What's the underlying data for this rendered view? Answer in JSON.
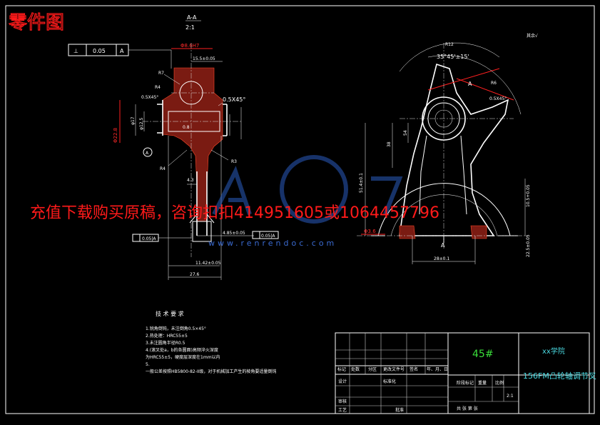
{
  "corner_label": "零件图",
  "section": {
    "name": "A-A",
    "scale": "2:1"
  },
  "tolerance_frame": {
    "symbol": "⊥",
    "value": "0.05",
    "datum": "A"
  },
  "dims_left": {
    "top_red": "Φ8.6H7",
    "d1": "15.5±0.05",
    "chamfer1": "0.5X45°",
    "chamfer2": "0.5X45°",
    "r7": "R7",
    "r4a": "R4",
    "r4b": "R4",
    "r3": "R3",
    "phi17": "φ17",
    "phi12": "φ12.5",
    "phi22": "Φ22.8",
    "d43": "4.3",
    "d485": "4.85±0.05",
    "d1142": "11.42±0.05",
    "d0": "0.8",
    "bottom": "27.6",
    "datum_a": "A",
    "frame_b1": "0.05|A",
    "frame_b2": "0.05|A"
  },
  "dims_right": {
    "other": "其余√",
    "r12": "R12",
    "angle": "35°45'±15'",
    "r6": "R6",
    "chamfer": "0.5X45°",
    "d54": "54",
    "d38": "38",
    "d514": "51.4±0.1",
    "d28": "28±0.1",
    "label_a1": "A",
    "label_a2": "A",
    "rhs1": "10.5+0.05",
    "rhs2": "22.5±0.05",
    "phi": "Φ3.6"
  },
  "watermark": {
    "main": "充值下载购买原稿，咨询扣扣414951605或1064457796",
    "url": "www.renrendoc.com"
  },
  "notes": {
    "title": "技 术 要 求",
    "items": [
      "1.锐角倒钝，未注倒角0.5×45°",
      "2.热处理：HRC55±5",
      "3.未注圆角半径R0.5",
      "4.(滚叉处a，b的各圆面)高频淬火深度",
      "为HRC55±5，硬度层深度在1mm以内",
      "5.",
      "一般公差按照HB5800-82-II级，对于机械加工产生的棱角要适量倒钝"
    ]
  },
  "title_block": {
    "material": "45#",
    "school": "xx学院",
    "part_name": "156FM凸轮轴调节叉",
    "scale": "2:1",
    "rev_headers": [
      "标记",
      "处数",
      "分区",
      "更改文件号",
      "签名",
      "年、月、日"
    ],
    "rows": [
      "设计",
      "审核",
      "工艺"
    ],
    "std": "标准化",
    "approve": "批准",
    "stage": "阶段标记",
    "weight": "重量",
    "scale_label": "比例",
    "sheets": "共  张  第  张"
  },
  "colors": {
    "background": "#000000",
    "lines": "#ffffff",
    "section": "#ff2020",
    "title_green": "#3adf3a",
    "title_cyan": "#4ad9e0",
    "watermark": "#ff1a1a"
  }
}
